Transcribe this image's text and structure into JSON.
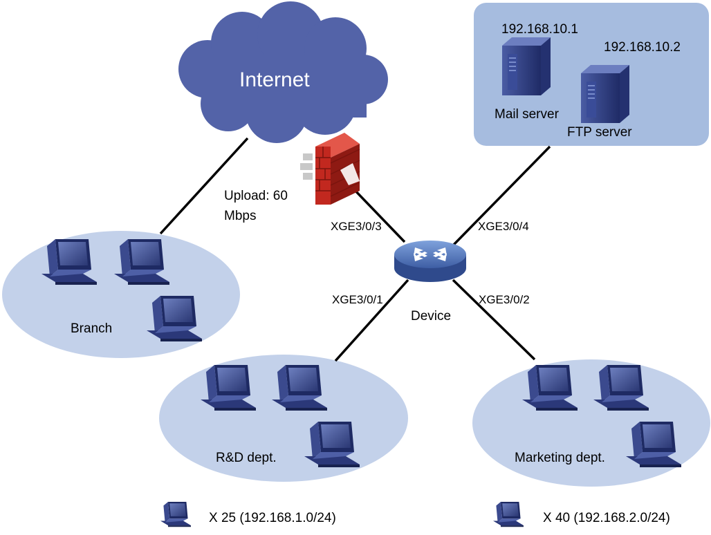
{
  "internet": {
    "label": "Internet"
  },
  "servers": {
    "mail": {
      "ip": "192.168.10.1",
      "name": "Mail server"
    },
    "ftp": {
      "ip": "192.168.10.2",
      "name": "FTP server"
    }
  },
  "uplink": {
    "line1": "Upload: 60",
    "line2": "Mbps"
  },
  "device": {
    "name": "Device"
  },
  "ports": {
    "p1": "XGE3/0/1",
    "p2": "XGE3/0/2",
    "p3": "XGE3/0/3",
    "p4": "XGE3/0/4"
  },
  "groups": {
    "branch": "Branch",
    "rnd": "R&D dept.",
    "marketing": "Marketing dept."
  },
  "legend": {
    "rnd": "X 25 (192.168.1.0/24)",
    "marketing": "X 40 (192.168.2.0/24)"
  },
  "colors": {
    "cloud": "#5363a8",
    "server_panel": "#a6bcdf",
    "lan_ellipse": "#c3d1ea",
    "firewall": "#c2281f",
    "device": "#5b7fc0",
    "link": "#000000"
  }
}
